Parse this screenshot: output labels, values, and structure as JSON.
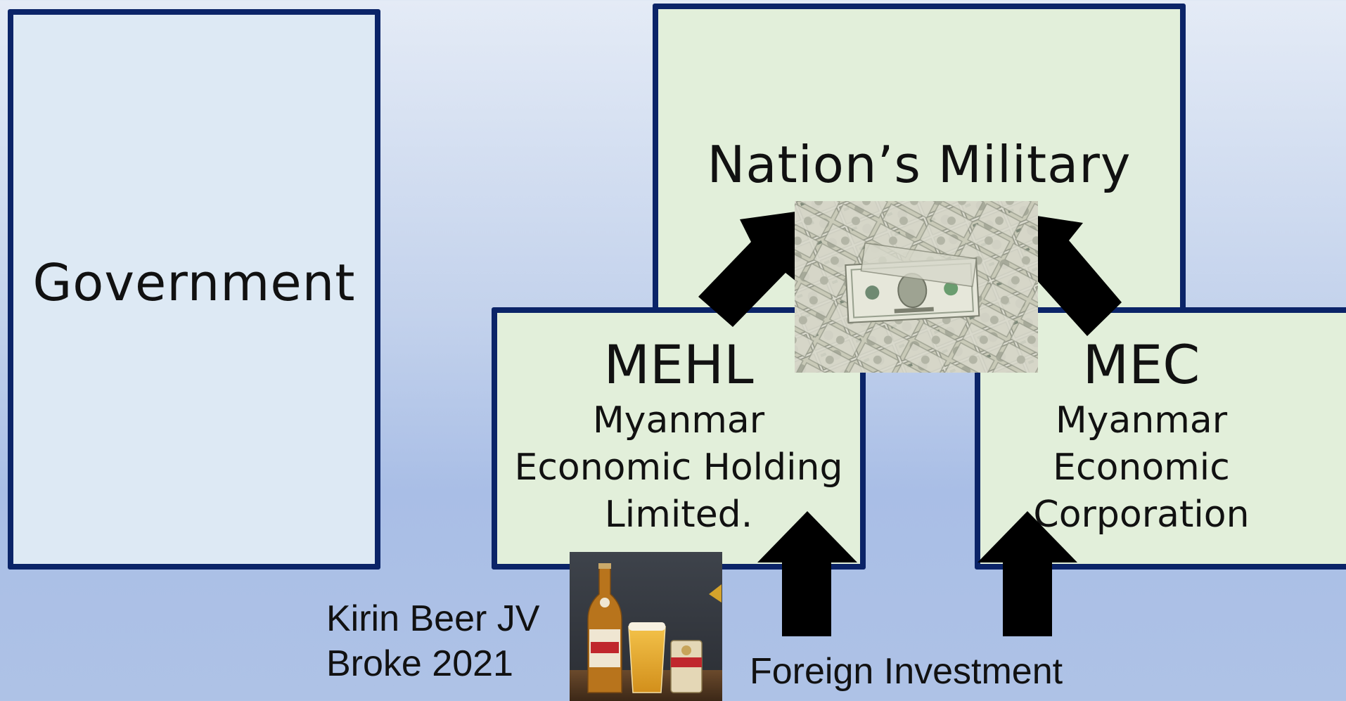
{
  "government": {
    "label": "Government"
  },
  "military": {
    "label": "Nation’s Military"
  },
  "mehl": {
    "title": "MEHL",
    "subtitle_lines": [
      "Myanmar",
      "Economic Holding",
      "Limited."
    ]
  },
  "mec": {
    "title": "MEC",
    "subtitle_lines": [
      "Myanmar",
      "Economic",
      "Corporation"
    ]
  },
  "kirin": {
    "lines": [
      "Kirin Beer JV",
      "Broke 2021"
    ]
  },
  "foreign_investment": {
    "label": "Foreign Investment"
  },
  "colors": {
    "box_border": "#0b2468",
    "government_fill": "#dde9f4",
    "entity_fill": "#e2efda",
    "arrow": "#000000"
  },
  "icons": {
    "money": "money-pile-image",
    "beer": "kirin-beer-product-image"
  }
}
